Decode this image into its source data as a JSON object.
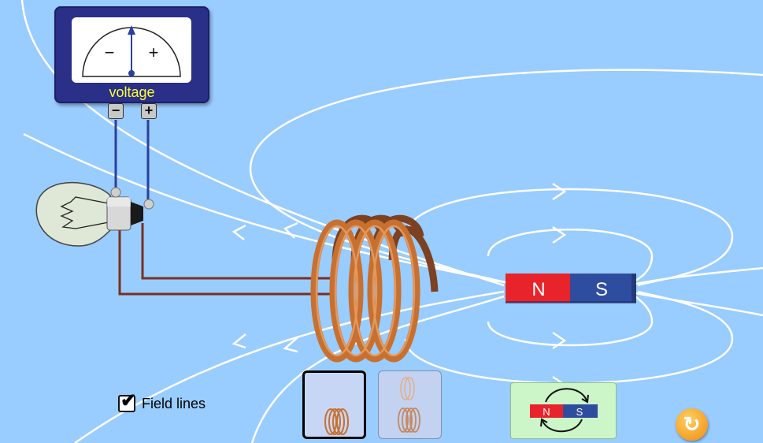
{
  "voltmeter": {
    "label": "voltage",
    "minus_sign": "−",
    "plus_sign": "+",
    "terminal_minus": "−",
    "terminal_plus": "+"
  },
  "magnet": {
    "north_label": "N",
    "south_label": "S"
  },
  "controls": {
    "field_lines_label": "Field lines",
    "field_lines_checked": true,
    "flip_magnet": {
      "north_label": "N",
      "south_label": "S"
    },
    "reset_icon": "reset-icon"
  },
  "colors": {
    "background": "#99ccff",
    "field_line": "#ffffff",
    "magnet_north": "#e8232a",
    "magnet_south": "#2f4d9e",
    "coil_copper": "#b8622b",
    "wire": "#7a2f20",
    "voltmeter_wire": "#2a3f9e",
    "voltmeter_body": "#2a2f88",
    "voltage_label": "#ffff33"
  }
}
